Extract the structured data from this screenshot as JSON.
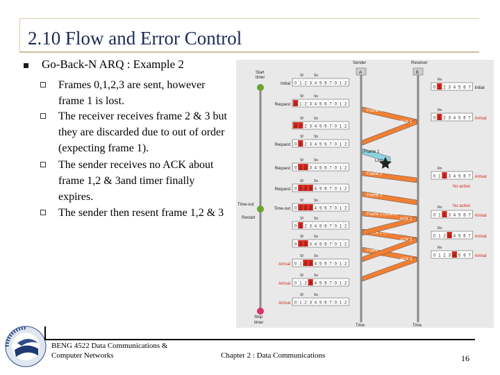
{
  "slide": {
    "title": "2.10 Flow and Error Control",
    "level1": "Go-Back-N ARQ : Example 2",
    "bullets": [
      "Frames 0,1,2,3 are sent, however frame 1 is lost.",
      "The receiver receives frame 2 & 3 but they are discarded due to out of order (expecting frame 1).",
      "The sender receives no ACK about frame 1,2 & 3and timer finally expires.",
      "The sender then resent frame 1,2 & 3"
    ],
    "footer_course": "BENG 4522 Data Communications & Computer Networks",
    "footer_chapter": "Chapter 2 : Data Communications",
    "page_number": "16"
  },
  "logo": {
    "text": "UNIVERSITI TEKNIKAL MALAYSIA MELAKA"
  },
  "diagram": {
    "header": {
      "start_timer": "Start timer",
      "sender": "Sender",
      "receiver": "Receiver",
      "sender_box": "A",
      "receiver_box": "B"
    },
    "seq_digits": [
      "0",
      "1",
      "2",
      "3",
      "4",
      "5",
      "6",
      "7",
      "0",
      "1",
      "2"
    ],
    "rx_digits": [
      "0",
      "1",
      "2",
      "3",
      "4",
      "5",
      "6",
      "7"
    ],
    "sender_labels": [
      "Initial",
      "Request",
      "Request",
      "Request",
      "Request",
      "Time-out",
      "Arrival",
      "Arrival",
      "Arrival"
    ],
    "receiver_labels": [
      "Initial",
      "Arrival",
      "Arrival",
      "No action",
      "No action",
      "Arrival",
      "Arrival",
      "Arrival"
    ],
    "window_labels": {
      "sf": "Sf",
      "sn": "Sn",
      "rn": "Rn"
    },
    "frames": [
      "Frame 0",
      "Frame 1",
      "Frame 2",
      "Frame 3",
      "Frame 1 (resent)",
      "Frame 2 (resent)",
      "Frame 3 (resent)"
    ],
    "acks": [
      "ACK 1",
      "ACK 2",
      "ACK 3",
      "ACK 4"
    ],
    "lost": "Lost",
    "timeout": "Time-out",
    "restart": "Restart",
    "stop_timer": "Stop timer",
    "time": "Time",
    "colors": {
      "frame": "#f07f35",
      "lost_frame": "#8fd0e0",
      "cell_red": "#d9251c",
      "timeline": "#8a8a8a"
    }
  }
}
